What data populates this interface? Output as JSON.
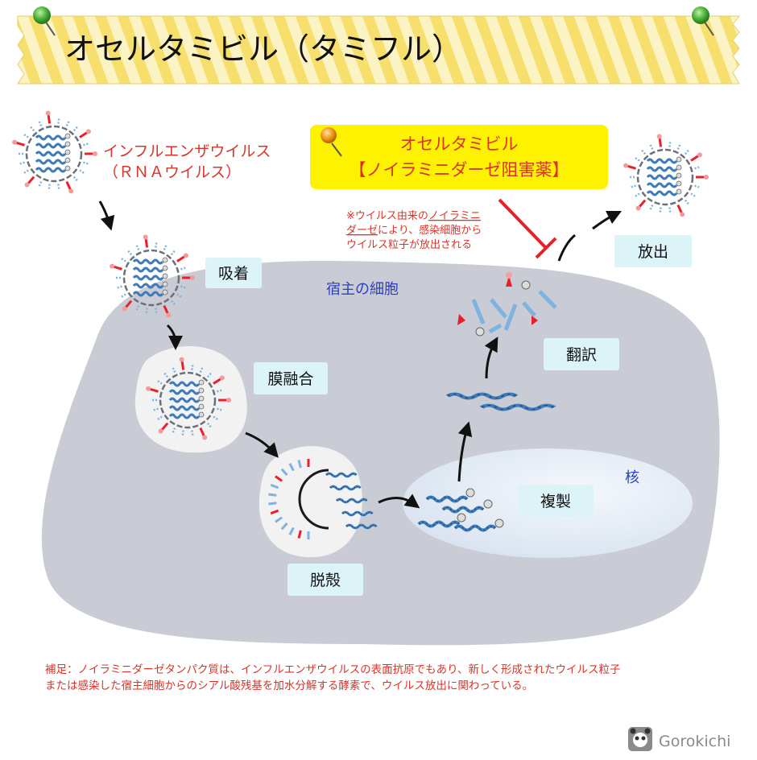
{
  "title": "オセルタミビル（タミフル）",
  "drug_box": {
    "line1": "オセルタミビル",
    "line2": "【ノイラミニダーゼ阻害薬】"
  },
  "virus_label": {
    "line1": "インフルエンザウイルス",
    "line2": "（ＲＮＡウイルス）"
  },
  "note": {
    "line1_prefix": "※ウイルス由来の",
    "line1_underlined": "ノイラミニ",
    "line2_underlined": "ダーゼ",
    "line2_suffix": "により、感染細胞から",
    "line3": "ウイルス粒子が放出される"
  },
  "cell_label": "宿主の細胞",
  "nucleus_label": "核",
  "steps": {
    "adsorption": "吸着",
    "fusion": "膜融合",
    "uncoating": "脱殻",
    "replication": "複製",
    "translation": "翻訳",
    "release": "放出"
  },
  "footnote": {
    "line1": "補足：ノイラミニダーゼタンパク質は、インフルエンザウイルスの表面抗原でもあり、新しく形成されたウイルス粒子",
    "line2": "または感染した宿主細胞からのシアル酸残基を加水分解する酵素で、ウイルス放出に関わっている。"
  },
  "brand": "Gorokichi",
  "colors": {
    "title_stripe_a": "#f6e27a",
    "title_stripe_b": "#fbf3c4",
    "cell_fill": "#c9ccd4",
    "nucleus_fill": "#e2ebf5",
    "label_box": "#dcf3f8",
    "drug_box": "#fff200",
    "red_text": "#d9342b",
    "blue_text": "#2b3fc6",
    "inhibit_red": "#e8202a",
    "rna_blue": "#3e7bb8"
  }
}
